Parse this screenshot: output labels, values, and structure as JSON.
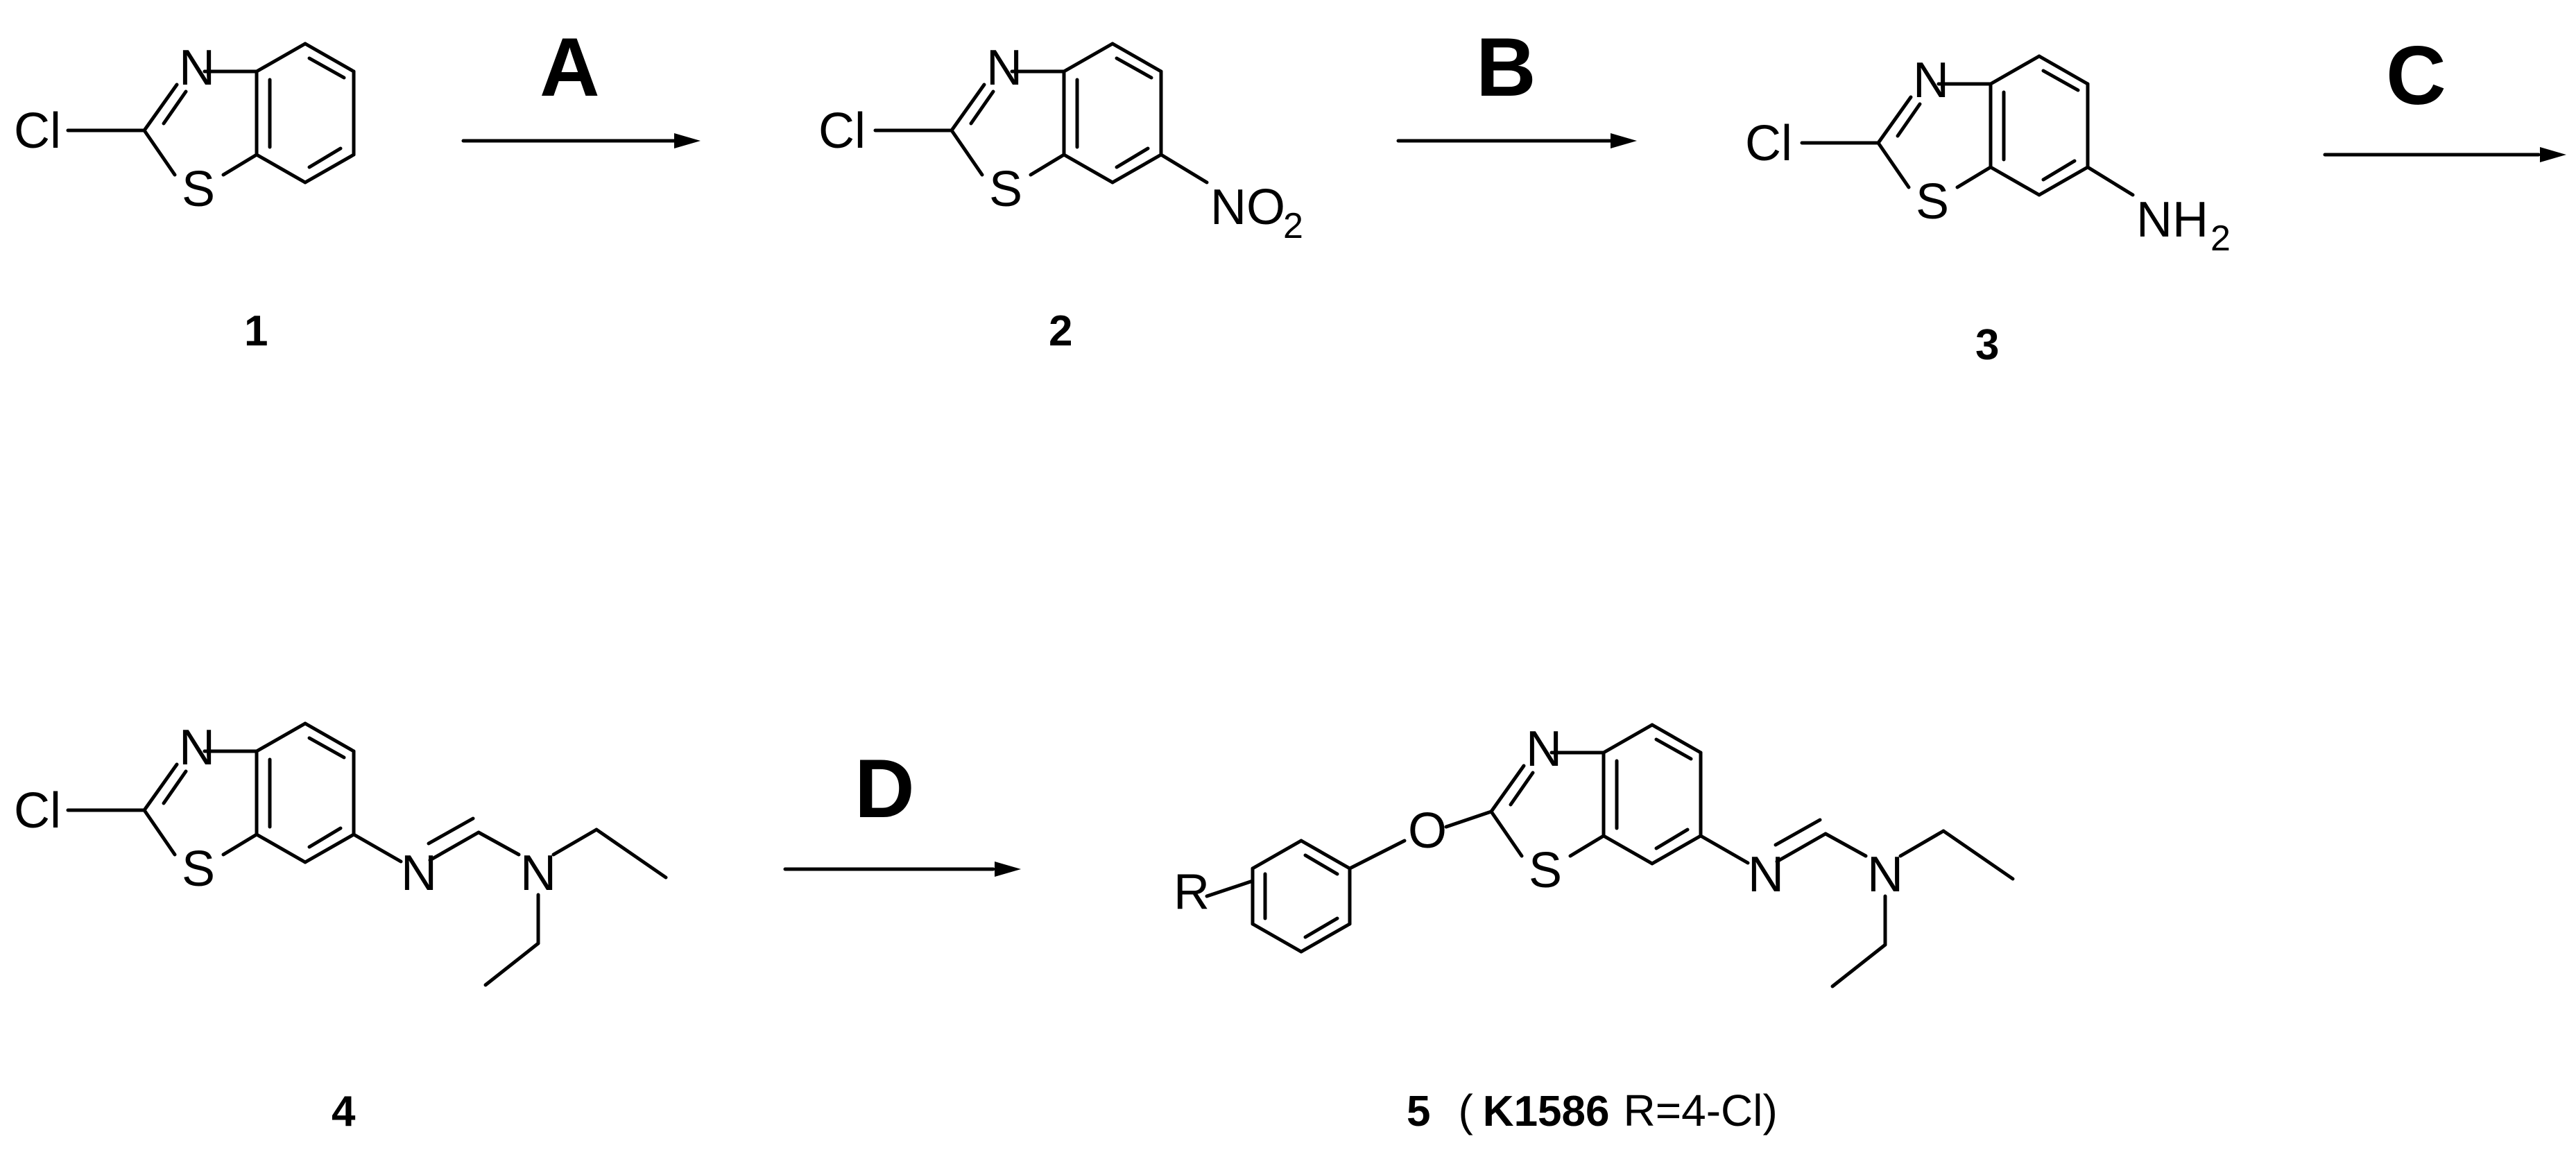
{
  "atoms": {
    "cl": "Cl",
    "n": "N",
    "s": "S",
    "o": "O",
    "r": "R",
    "nitro_main": "NO",
    "nitro_sub": "2",
    "amino_main": "NH",
    "amino_sub": "2"
  },
  "steps": [
    {
      "label": "A"
    },
    {
      "label": "B"
    },
    {
      "label": "C"
    },
    {
      "label": "D"
    }
  ],
  "compounds": [
    {
      "number": "1"
    },
    {
      "number": "2"
    },
    {
      "number": "3"
    },
    {
      "number": "4"
    },
    {
      "number": "5",
      "open": "(",
      "name": "K1586",
      "r_text": "R=4-Cl)"
    }
  ]
}
